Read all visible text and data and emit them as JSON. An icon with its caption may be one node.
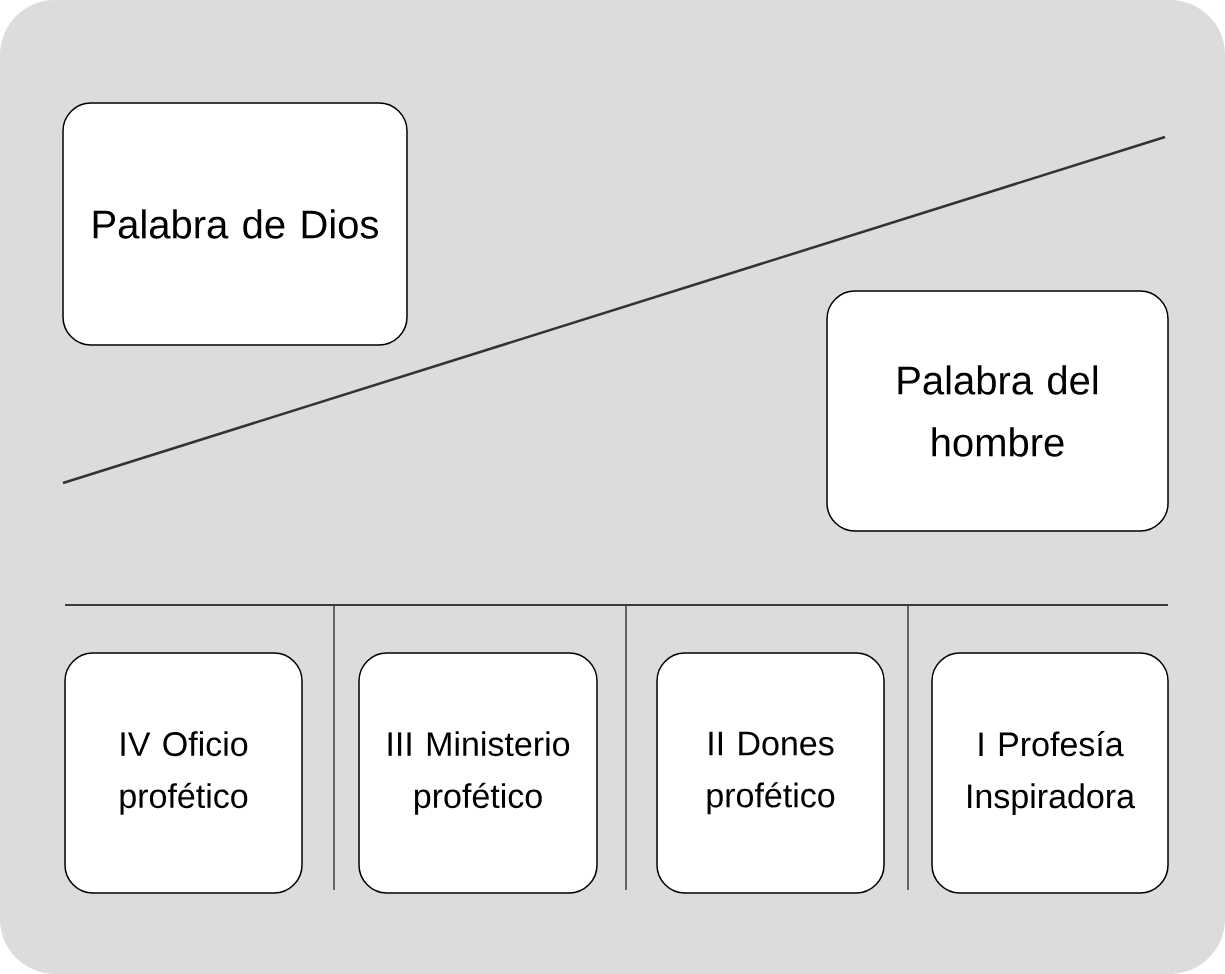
{
  "diagram": {
    "nodes": [
      {
        "text": [
          "Palabra de Dios"
        ]
      },
      {
        "text": [
          "Palabra del hombre"
        ]
      },
      {
        "text": [
          "IV Oficio profético"
        ]
      },
      {
        "text": [
          "III Ministerio profético"
        ]
      },
      {
        "text": [
          "II Dones profético"
        ]
      },
      {
        "text": [
          "I Profesía Inspiradora"
        ]
      }
    ]
  }
}
